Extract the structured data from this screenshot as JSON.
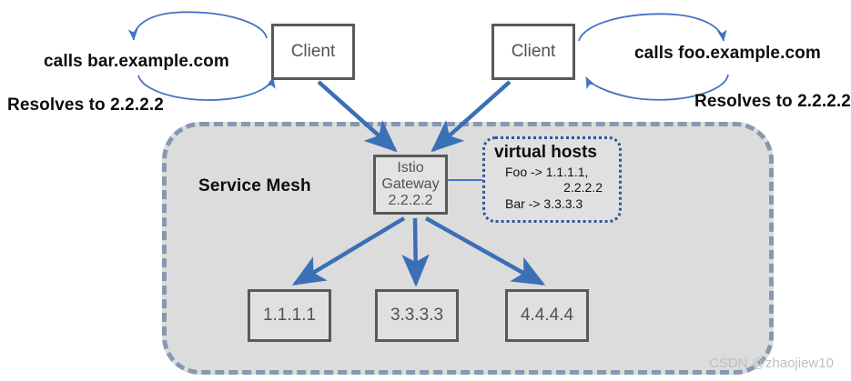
{
  "diagram": {
    "title": "Istio Gateway virtual hosts routing",
    "mesh": {
      "label": "Service Mesh",
      "fill": "#dcdcdc",
      "border_color": "#8698b4"
    },
    "clients": [
      {
        "label": "Client",
        "side": "left"
      },
      {
        "label": "Client",
        "side": "right"
      }
    ],
    "gateway": {
      "line1": "Istio",
      "line2": "Gateway",
      "line3": "2.2.2.2"
    },
    "virtual_hosts": {
      "title": "virtual hosts",
      "rows": [
        "Foo -> 1.1.1.1,",
        "2.2.2.2",
        "Bar ->  3.3.3.3"
      ],
      "border_color": "#2f5597"
    },
    "services": [
      {
        "label": "1.1.1.1"
      },
      {
        "label": "3.3.3.3"
      },
      {
        "label": "4.4.4.4"
      }
    ],
    "annotations": {
      "calls_bar": "calls bar.example.com",
      "resolves_left": "Resolves to 2.2.2.2",
      "calls_foo": "calls foo.example.com",
      "resolves_right": "Resolves to 2.2.2.2"
    },
    "arrow_color": "#3b6fb6",
    "loop_color": "#4472c4",
    "watermark": "CSDN @zhaojiew10"
  }
}
